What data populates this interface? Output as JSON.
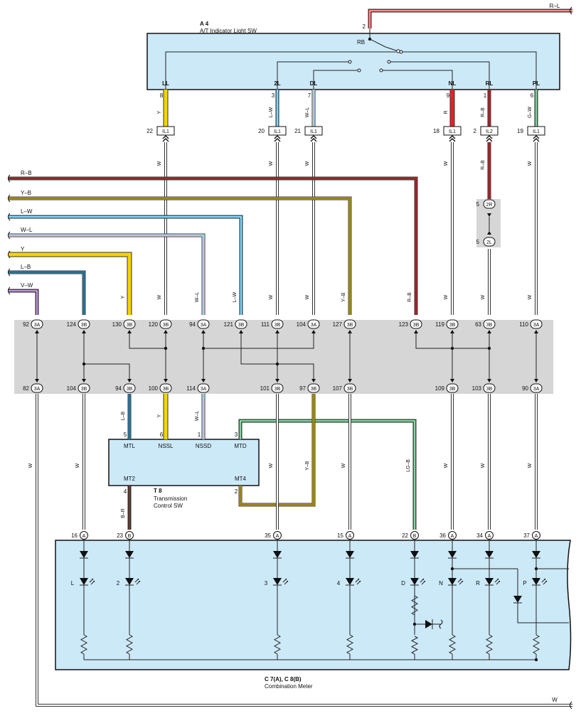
{
  "switch": {
    "code": "A 4",
    "name": "A/T Indicator Light SW",
    "terminal": "RB",
    "supply_pin": "2",
    "supply_wire": "R–L"
  },
  "a4_terminals": [
    {
      "label": "LL",
      "pin": "8",
      "wire": "Y",
      "color": "#f7d400",
      "conn_pin": "22",
      "conn": "IL1"
    },
    {
      "label": "2L",
      "pin": "3",
      "wire": "L–W",
      "color": "#2aa8e0",
      "conn_pin": "20",
      "conn": "IL1"
    },
    {
      "label": "DL",
      "pin": "7",
      "wire": "W–L",
      "color": "#2aa8e0",
      "conn_pin": "21",
      "conn": "IL1"
    },
    {
      "label": "NL",
      "pin": "9",
      "wire": "R",
      "color": "#e8202a",
      "conn_pin": "18",
      "conn": "IL1"
    },
    {
      "label": "RL",
      "pin": "1",
      "wire": "R–B",
      "color": "#e8202a",
      "conn_pin": "2",
      "conn": "IL2"
    },
    {
      "label": "PL",
      "pin": "6",
      "wire": "G–W",
      "color": "#1e9e4a",
      "conn_pin": "19",
      "conn": "IL1"
    }
  ],
  "left_wires": [
    "R–B",
    "Y–B",
    "L–W",
    "W–L",
    "Y",
    "L–B",
    "V–W"
  ],
  "joint": {
    "top_pin": "5",
    "top": "2R",
    "bottom_pin": "5",
    "bottom": "2L"
  },
  "junction_top": [
    {
      "pin": "92",
      "c": "3A",
      "wire": ""
    },
    {
      "pin": "124",
      "c": "3B",
      "wire": ""
    },
    {
      "pin": "130",
      "c": "3B",
      "wire": "Y"
    },
    {
      "pin": "120",
      "c": "3B",
      "wire": "W"
    },
    {
      "pin": "94",
      "c": "3A",
      "wire": "W–L"
    },
    {
      "pin": "121",
      "c": "3B",
      "wire": "L–W"
    },
    {
      "pin": "111",
      "c": "3B",
      "wire": "W"
    },
    {
      "pin": "104",
      "c": "3A",
      "wire": "W"
    },
    {
      "pin": "127",
      "c": "3B",
      "wire": "Y–B"
    },
    {
      "pin": "123",
      "c": "3B",
      "wire": "R–B"
    },
    {
      "pin": "119",
      "c": "3B",
      "wire": "W"
    },
    {
      "pin": "63",
      "c": "3B",
      "wire": "W"
    },
    {
      "pin": "110",
      "c": "3A",
      "wire": "W"
    }
  ],
  "junction_bottom": [
    {
      "pin": "82",
      "c": "3A"
    },
    {
      "pin": "104",
      "c": "3B"
    },
    {
      "pin": "94",
      "c": "3B"
    },
    {
      "pin": "100",
      "c": "3B"
    },
    {
      "pin": "114",
      "c": "3A"
    },
    {
      "pin": "101",
      "c": "3B"
    },
    {
      "pin": "97",
      "c": "3B"
    },
    {
      "pin": "107",
      "c": "3B"
    },
    {
      "pin": "109",
      "c": "3B"
    },
    {
      "pin": "103",
      "c": "3B"
    },
    {
      "pin": "90",
      "c": "3A"
    }
  ],
  "upper_w": "W",
  "t8": {
    "code": "T 8",
    "name1": "Transmission",
    "name2": "Control SW",
    "terms": [
      {
        "label": "MTL",
        "pin": "5",
        "wire": "L–B"
      },
      {
        "label": "NSSL",
        "pin": "6",
        "wire": "Y"
      },
      {
        "label": "NSSD",
        "pin": "1",
        "wire": "W–L"
      },
      {
        "label": "MTD",
        "pin": "3",
        "wire": ""
      },
      {
        "label": "MT2",
        "pin": "4",
        "wire": "B–R"
      },
      {
        "label": "MT4",
        "pin": "2",
        "wire": ""
      }
    ]
  },
  "mid_wires": [
    "W",
    "W",
    "W",
    "Y–B",
    "W",
    "LG–B",
    "W",
    "W",
    "W"
  ],
  "meter_pins": [
    {
      "pin": "16",
      "c": "A"
    },
    {
      "pin": "23",
      "c": "B"
    },
    {
      "pin": "35",
      "c": "A"
    },
    {
      "pin": "15",
      "c": "A"
    },
    {
      "pin": "22",
      "c": "B"
    },
    {
      "pin": "36",
      "c": "A"
    },
    {
      "pin": "34",
      "c": "A"
    },
    {
      "pin": "37",
      "c": "A"
    }
  ],
  "meter_leds": [
    "L",
    "2",
    "3",
    "4",
    "D",
    "N",
    "R",
    "P"
  ],
  "meter": {
    "code": "C 7(A), C 8(B)",
    "name": "Combination Meter"
  },
  "bottom_wire": "W"
}
